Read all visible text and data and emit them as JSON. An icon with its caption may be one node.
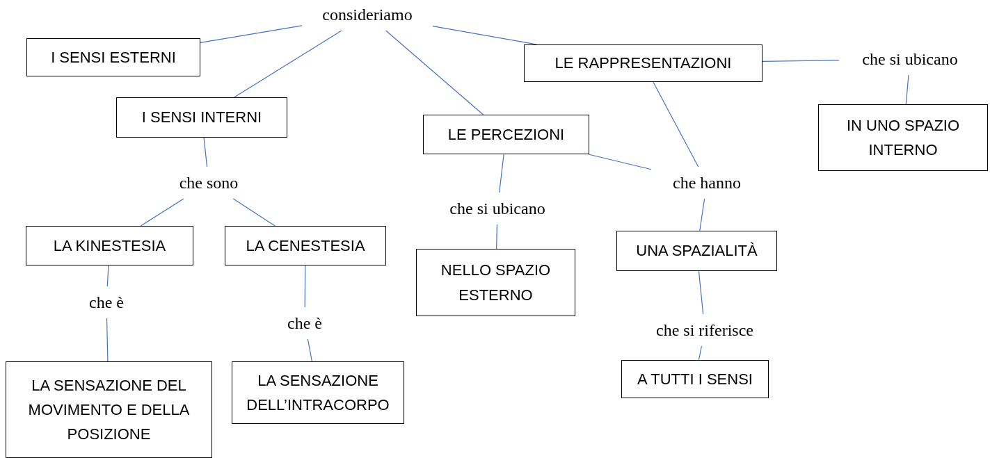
{
  "diagram": {
    "nodes": [
      {
        "text": [
          "consideriamo"
        ]
      },
      {
        "text": [
          "I SENSI ESTERNI"
        ]
      },
      {
        "text": [
          "I SENSI INTERNI"
        ]
      },
      {
        "text": [
          "LE RAPPRESENTAZIONI"
        ]
      },
      {
        "text": [
          "che si ubicano"
        ]
      },
      {
        "text": [
          "LE PERCEZIONI"
        ]
      },
      {
        "text": [
          "IN UNO SPAZIO INTERNO"
        ]
      },
      {
        "text": [
          "che sono"
        ]
      },
      {
        "text": [
          "che hanno"
        ]
      },
      {
        "text": [
          "LA KINESTESIA"
        ]
      },
      {
        "text": [
          "LA CENESTESIA"
        ]
      },
      {
        "text": [
          "che si ubicano"
        ]
      },
      {
        "text": [
          "NELLO SPAZIO ESTERNO"
        ]
      },
      {
        "text": [
          "UNA SPAZIALITÀ"
        ]
      },
      {
        "text": [
          "che è"
        ]
      },
      {
        "text": [
          "che è"
        ]
      },
      {
        "text": [
          "che si riferisce"
        ]
      },
      {
        "text": [
          "LA SENSAZIONE DEL MOVIMENTO E DELLA POSIZIONE"
        ]
      },
      {
        "text": [
          "LA SENSAZIONE DELL’INTRACORPO"
        ]
      },
      {
        "text": [
          "A TUTTI I SENSI"
        ]
      }
    ],
    "edges": [
      {
        "from": 0,
        "to": 1,
        "arrow": "none"
      },
      {
        "from": 0,
        "to": 2,
        "arrow": "none"
      },
      {
        "from": 0,
        "to": 5,
        "arrow": "none"
      },
      {
        "from": 0,
        "to": 3,
        "arrow": "none"
      },
      {
        "from": 3,
        "to": 4,
        "arrow": "none"
      },
      {
        "from": 4,
        "to": 6,
        "arrow": "none"
      },
      {
        "from": 2,
        "to": 7,
        "arrow": "none"
      },
      {
        "from": 7,
        "to": 9,
        "arrow": "none"
      },
      {
        "from": 7,
        "to": 10,
        "arrow": "none"
      },
      {
        "from": 5,
        "to": 11,
        "arrow": "none"
      },
      {
        "from": 11,
        "to": 12,
        "arrow": "none"
      },
      {
        "from": 5,
        "to": 8,
        "arrow": "none"
      },
      {
        "from": 3,
        "to": 8,
        "arrow": "none"
      },
      {
        "from": 8,
        "to": 13,
        "arrow": "none"
      },
      {
        "from": 9,
        "to": 14,
        "arrow": "none"
      },
      {
        "from": 14,
        "to": 17,
        "arrow": "none"
      },
      {
        "from": 10,
        "to": 15,
        "arrow": "none"
      },
      {
        "from": 15,
        "to": 18,
        "arrow": "none"
      },
      {
        "from": 13,
        "to": 16,
        "arrow": "none"
      },
      {
        "from": 16,
        "to": 19,
        "arrow": "none"
      }
    ]
  }
}
